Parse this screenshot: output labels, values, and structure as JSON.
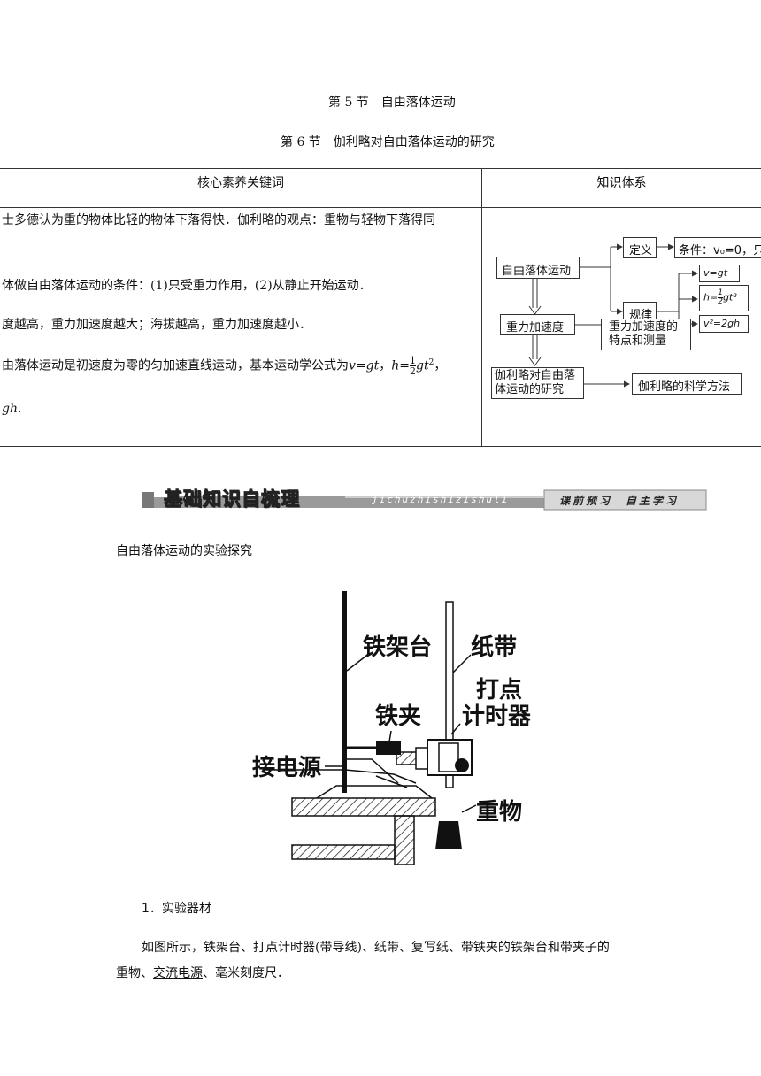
{
  "header": {
    "title1": "第 5 节　自由落体运动",
    "title2": "第 6 节　伽利略对自由落体运动的研究"
  },
  "table": {
    "col1_head": "核心素养关键词",
    "col2_head": "知识体系",
    "lines": {
      "l1": "士多德认为重的物体比轻的物体下落得快．伽利略的观点：重物与轻物下落得同",
      "l2": "体做自由落体运动的条件：(1)只受重力作用，(2)从静止开始运动．",
      "l3": "度越高，重力加速度越大；海拔越高，重力加速度越小．",
      "l4_a": "由落体运动是初速度为零的匀加速直线运动，基本运动学公式为",
      "l4_v": "v",
      "l4_eq": "=",
      "l4_gt": "gt",
      "l4_sep": "，",
      "l4_h": "h",
      "l4_eq2": "=",
      "l4_num": "1",
      "l4_den": "2",
      "l4_gt2": "gt",
      "l4_sq": "2",
      "l4_end": "，",
      "l5": "gh."
    }
  },
  "concept_map": {
    "free_fall": "自由落体运动",
    "definition": "定义",
    "condition": "条件：v₀=0，只",
    "law": "规律",
    "f_v": "v=gt",
    "f_h_pre": "h=",
    "f_h_num": "1",
    "f_h_den": "2",
    "f_h_post": "gt²",
    "f_v2": "v²=2gh",
    "gravity_acc": "重力加速度",
    "gravity_feat_1": "重力加速度的",
    "gravity_feat_2": "特点和测量",
    "galileo_1": "伽利略对自由落",
    "galileo_2": "体运动的研究",
    "method": "伽利略的科学方法"
  },
  "banner": {
    "main": "基础知识自梳理",
    "pinyin": "jichuzhishizishuli",
    "right": "课前预习　自主学习"
  },
  "section": {
    "heading": "自由落体运动的实验探究"
  },
  "figure": {
    "stand": "铁架台",
    "tape": "纸带",
    "timer_1": "打点",
    "timer_2": "计时器",
    "clamp": "铁夹",
    "power": "接电源",
    "weight": "重物"
  },
  "item1": {
    "heading": "1．实验器材",
    "p1": "如图所示，铁架台、打点计时器(带导线)、纸带、复写纸、带铁夹的铁架台和带夹子的",
    "p2_a": "重物、",
    "p2_u": "交流电源",
    "p2_b": "、毫米刻度尺．"
  }
}
